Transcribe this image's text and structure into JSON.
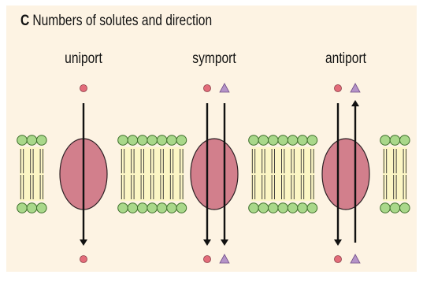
{
  "figure": {
    "panel_letter": "C",
    "title": "Numbers of solutes and direction",
    "transporters": [
      {
        "label": "uniport",
        "solutes": [
          "circle"
        ],
        "directions": [
          "down"
        ]
      },
      {
        "label": "symport",
        "solutes": [
          "circle",
          "triangle"
        ],
        "directions": [
          "down",
          "down"
        ]
      },
      {
        "label": "antiport",
        "solutes": [
          "circle",
          "triangle"
        ],
        "directions": [
          "down",
          "up"
        ]
      }
    ]
  },
  "colors": {
    "background": "#fdf3e3",
    "lipid_head": "#a9d88a",
    "lipid_head_stroke": "#3c6e2a",
    "membrane_core": "#fcf6c5",
    "protein": "#d27f8c",
    "protein_stroke": "#2d2024",
    "circle_solute": "#e36c7a",
    "triangle_solute": "#b593c8",
    "arrow": "#111111"
  },
  "icons": {
    "circle_solute": "circle-solute-icon",
    "triangle_solute": "triangle-solute-icon"
  }
}
